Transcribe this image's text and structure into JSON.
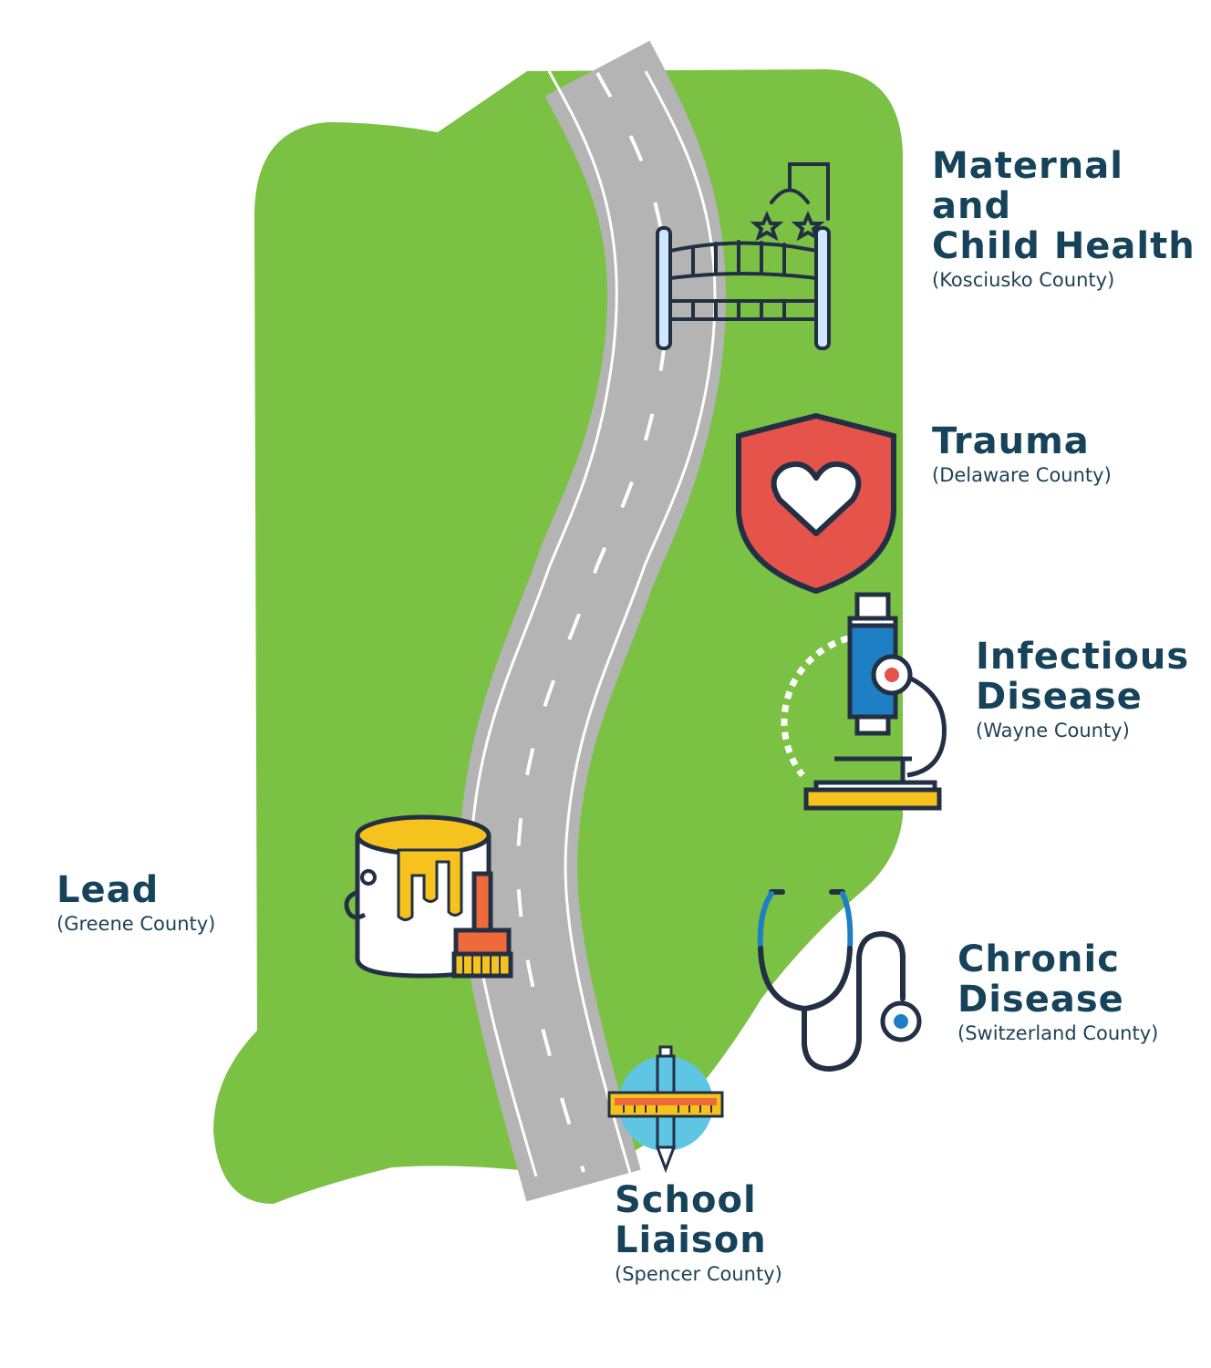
{
  "colors": {
    "land": "#7bc144",
    "road": "#b4b4b4",
    "road_line": "#ffffff",
    "text": "#16435a",
    "outline": "#233044",
    "accent_red": "#e5534b",
    "accent_blue": "#1f7fc4",
    "accent_yellow": "#f6c21d",
    "accent_orange": "#ef6a3a",
    "accent_cyan": "#5ec6e2"
  },
  "programs": [
    {
      "title_lines": [
        "Maternal and",
        "Child Health"
      ],
      "county": "(Kosciusko County)",
      "icon": "crib-icon"
    },
    {
      "title_lines": [
        "Trauma"
      ],
      "county": "(Delaware County)",
      "icon": "shield-heart-icon"
    },
    {
      "title_lines": [
        "Infectious",
        "Disease"
      ],
      "county": "(Wayne County)",
      "icon": "microscope-icon"
    },
    {
      "title_lines": [
        "Chronic",
        "Disease"
      ],
      "county": "(Switzerland County)",
      "icon": "stethoscope-icon"
    },
    {
      "title_lines": [
        "School",
        "Liaison"
      ],
      "county": "(Spencer County)",
      "icon": "ruler-pencil-icon"
    },
    {
      "title_lines": [
        "Lead"
      ],
      "county": "(Greene County)",
      "icon": "paint-bucket-icon"
    }
  ]
}
